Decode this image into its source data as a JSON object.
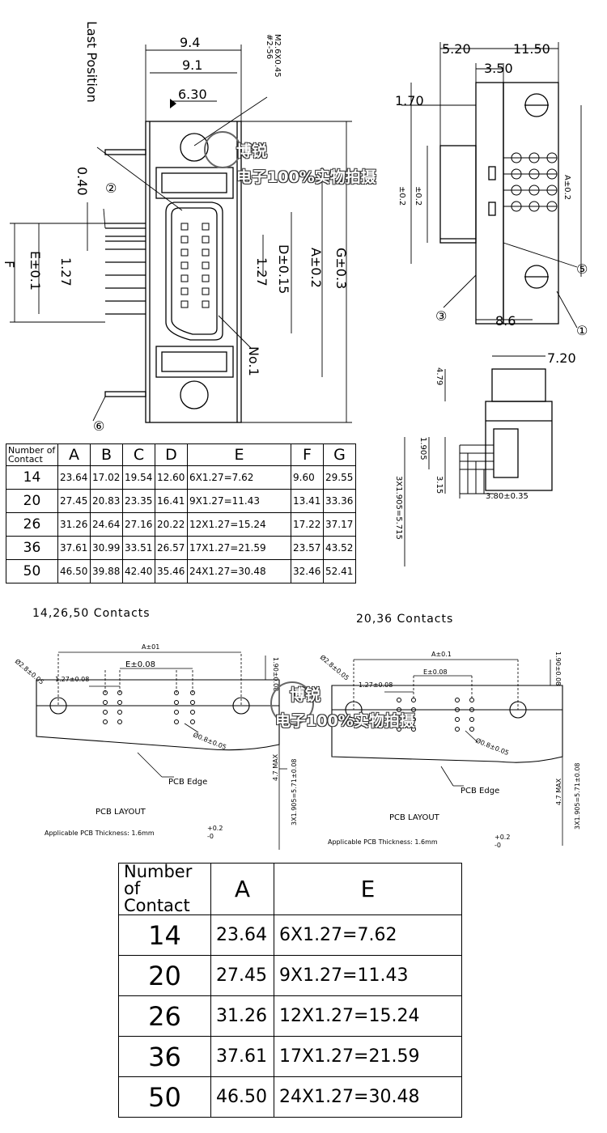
{
  "drawing": {
    "dims_top": [
      "9.4",
      "9.1",
      "6.30",
      "#2-56",
      "M2.6X0.45",
      "Last Position",
      "0.40",
      "1.27",
      "E±0.1",
      "F",
      "1.27",
      "D±0.15",
      "A±0.2",
      "G±0.3",
      "No.1"
    ],
    "callouts": [
      "②",
      "⑥",
      "③",
      "⑤",
      "①"
    ],
    "dims_side": [
      "5.20",
      "11.50",
      "3.50",
      "1.70",
      "±0.2",
      "±0.2",
      "A±0.2",
      "8.6"
    ],
    "dims_bottom_side": [
      "7.20",
      "4.79",
      "1.905",
      "3.15",
      "3.80±0.35",
      "3X1.905=5.715"
    ]
  },
  "table_main": {
    "header": {
      "number_contact": [
        "Number",
        "of",
        "Contact"
      ],
      "cols": [
        "A",
        "B",
        "C",
        "D",
        "E",
        "F",
        "G"
      ]
    },
    "rows": [
      {
        "n": "14",
        "A": "23.64",
        "B": "17.02",
        "C": "19.54",
        "D": "12.60",
        "E": "6X1.27=7.62",
        "F": "9.60",
        "G": "29.55"
      },
      {
        "n": "20",
        "A": "27.45",
        "B": "20.83",
        "C": "23.35",
        "D": "16.41",
        "E": "9X1.27=11.43",
        "F": "13.41",
        "G": "33.36"
      },
      {
        "n": "26",
        "A": "31.26",
        "B": "24.64",
        "C": "27.16",
        "D": "20.22",
        "E": "12X1.27=15.24",
        "F": "17.22",
        "G": "37.17"
      },
      {
        "n": "36",
        "A": "37.61",
        "B": "30.99",
        "C": "33.51",
        "D": "26.57",
        "E": "17X1.27=21.59",
        "F": "23.57",
        "G": "43.52"
      },
      {
        "n": "50",
        "A": "46.50",
        "B": "39.88",
        "C": "42.40",
        "D": "35.46",
        "E": "24X1.27=30.48",
        "F": "32.46",
        "G": "52.41"
      }
    ]
  },
  "pcb": {
    "left_title": "14,26,50 Contacts",
    "right_title": "20,36 Contacts",
    "left": {
      "a_dim": "A±01",
      "e_dim": "E±0.08",
      "pitch": "1.27±0.08",
      "hole_big": "Ø2.8±0.05",
      "hole_small": "Ø0.8±0.05",
      "top": "1.90±0.08",
      "edge": "PCB Edge",
      "max": "4.7 MAX",
      "rows": "3X1.905=5.71±0.08",
      "layout": "PCB LAYOUT",
      "thickness": "Applicable PCB Thickness: 1.6mm"
    },
    "right": {
      "a_dim": "A±0.1",
      "e_dim": "E±0.08",
      "pitch": "1.27±0.08",
      "hole_big": "Ø2.8±0.05",
      "hole_small": "Ø0.8±0.05",
      "top": "1.90±0.08",
      "edge": "PCB Edge",
      "max": "4.7 MAX",
      "rows": "3X1.905=5.71±0.08",
      "layout": "PCB LAYOUT",
      "thickness": "Applicable PCB Thickness: 1.6mm"
    },
    "tolerance_up": "+0.2",
    "tolerance_down": "-0"
  },
  "table_small": {
    "header": {
      "number_contact": [
        "Number",
        "of",
        "Contact"
      ],
      "cols": [
        "A",
        "E"
      ]
    },
    "rows": [
      {
        "n": "14",
        "A": "23.64",
        "E": "6X1.27=7.62"
      },
      {
        "n": "20",
        "A": "27.45",
        "E": "9X1.27=11.43"
      },
      {
        "n": "26",
        "A": "31.26",
        "E": "12X1.27=15.24"
      },
      {
        "n": "36",
        "A": "37.61",
        "E": "17X1.27=21.59"
      },
      {
        "n": "50",
        "A": "46.50",
        "E": "24X1.27=30.48"
      }
    ]
  },
  "watermark": {
    "line1": "博锐",
    "line2": "电子100%实物拍摄"
  }
}
